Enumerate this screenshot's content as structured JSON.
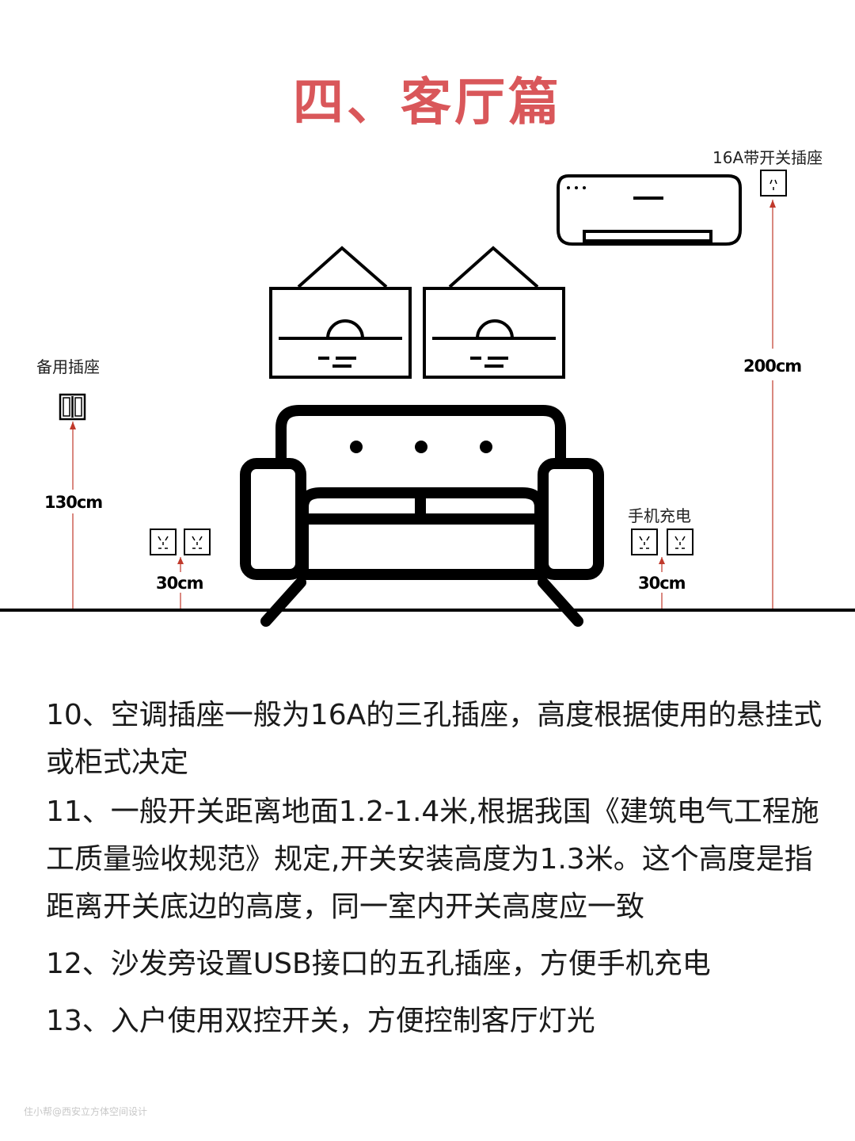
{
  "title": "四、客厅篇",
  "labels": {
    "ac_socket": "16A带开关插座",
    "spare_socket": "备用插座",
    "phone_charging": "手机充电"
  },
  "dimensions": {
    "ac_height": "200cm",
    "spare_height": "130cm",
    "left_socket_height": "30cm",
    "right_socket_height": "30cm"
  },
  "notes": [
    "10、空调插座一般为16A的三孔插座，高度根据使用的悬挂式或柜式决定",
    "11、一般开关距离地面1.2-1.4米,根据我国《建筑电气工程施工质量验收规范》规定,开关安装高度为1.3米。这个高度是指距离开关底边的高度，同一室内开关高度应一致",
    "12、沙发旁设置USB接口的五孔插座，方便手机充电",
    "13、入户使用双控开关，方便控制客厅灯光"
  ],
  "watermark": "住小帮@西安立方体空间设计",
  "colors": {
    "title": "#d9575a",
    "dimension_line": "#c0392b",
    "drawing": "#000000"
  }
}
